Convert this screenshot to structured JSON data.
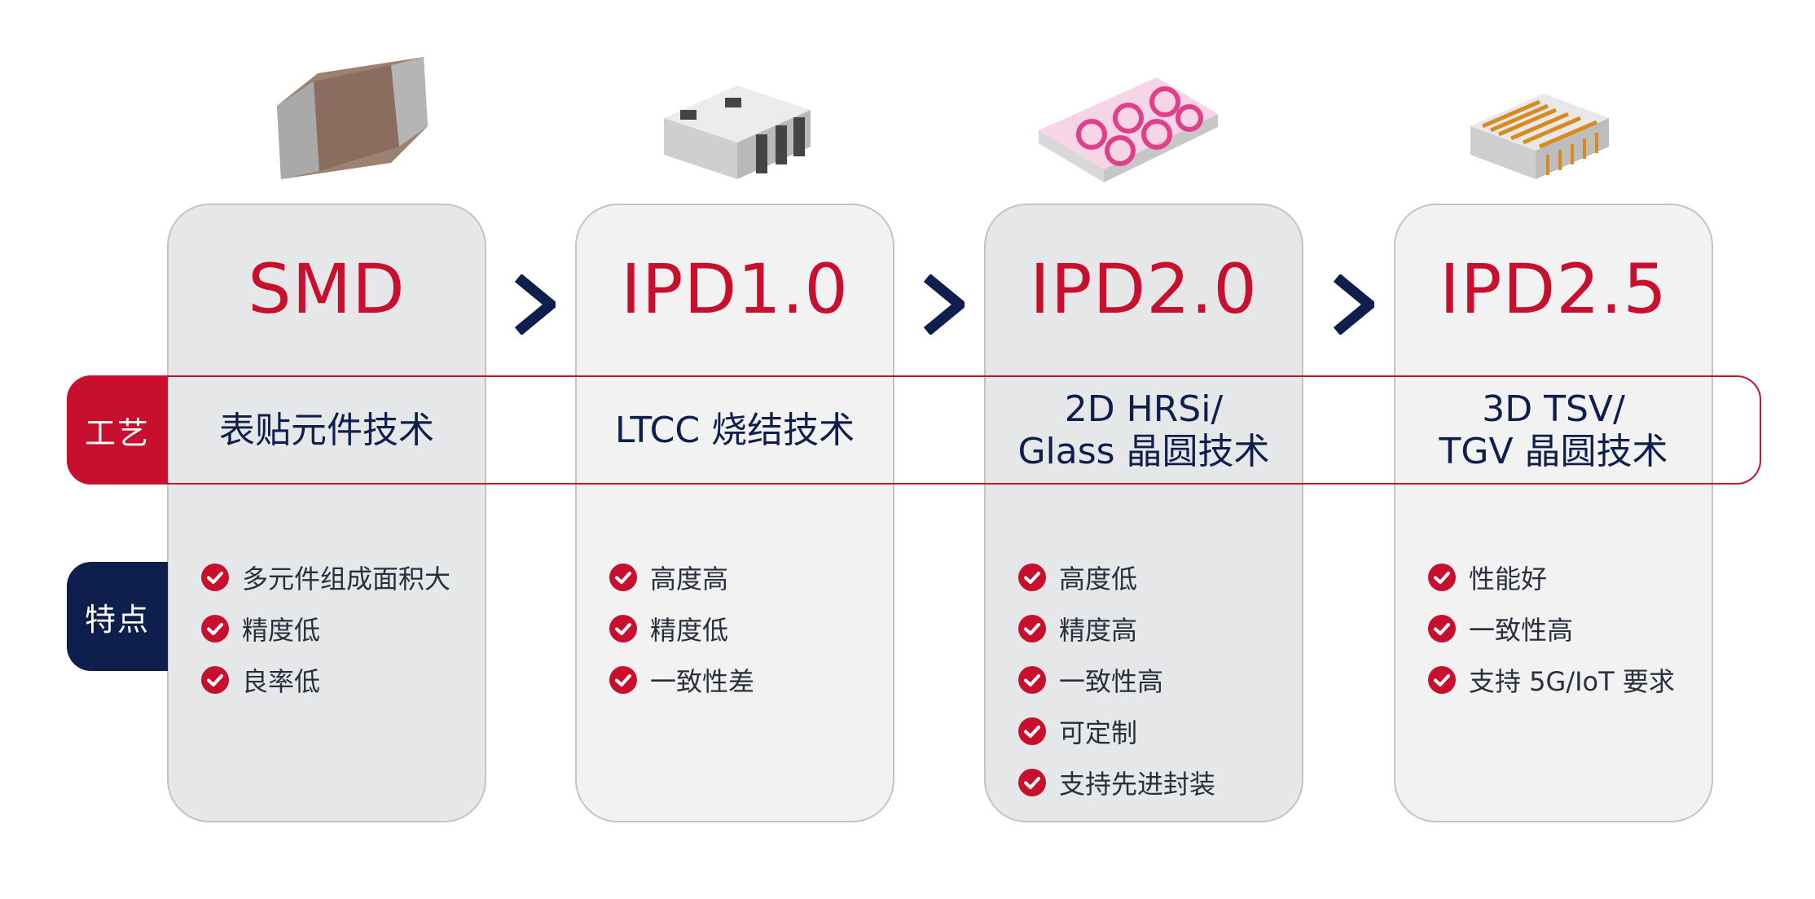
{
  "row_labels": {
    "process": "工艺",
    "features": "特点"
  },
  "cards": [
    {
      "title": "SMD",
      "process": "表贴元件技术",
      "features": [
        "多元件组成面积大",
        "精度低",
        "良率低"
      ]
    },
    {
      "title": "IPD1.0",
      "process": "LTCC 烧结技术",
      "features": [
        "高度高",
        "精度低",
        "一致性差"
      ]
    },
    {
      "title": "IPD2.0",
      "process": "2D HRSi/\nGlass 晶圆技术",
      "features": [
        "高度低",
        "精度高",
        "一致性高",
        "可定制",
        "支持先进封装"
      ]
    },
    {
      "title": "IPD2.5",
      "process": "3D TSV/\nTGV 晶圆技术",
      "features": [
        "性能好",
        "一致性高",
        "支持 5G/IoT 要求"
      ]
    }
  ],
  "colors": {
    "accent_red": "#c8102e",
    "navy": "#0e1f4d",
    "card_dark": "#e6e7e8",
    "card_light": "#f2f2f2"
  },
  "icons": [
    "check-circle-icon",
    "chevron-right-icon"
  ]
}
